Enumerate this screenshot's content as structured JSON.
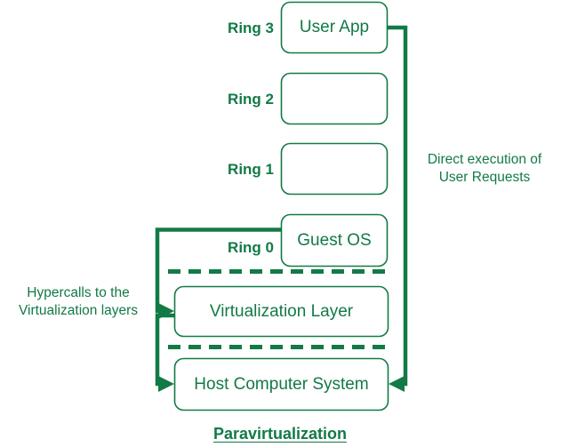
{
  "diagram": {
    "title": "Paravirtualization",
    "accent_color": "#127A46",
    "background_color": "#ffffff",
    "rings": [
      {
        "label": "Ring 3",
        "box_text": "User App"
      },
      {
        "label": "Ring 2",
        "box_text": ""
      },
      {
        "label": "Ring 1",
        "box_text": ""
      },
      {
        "label": "Ring 0",
        "box_text": "Guest OS"
      }
    ],
    "layers": [
      {
        "name": "virtualization-layer",
        "text": "Virtualization Layer"
      },
      {
        "name": "host-computer-system",
        "text": "Host Computer System"
      }
    ],
    "annotations": {
      "right": {
        "line1": "Direct execution of",
        "line2": "User Requests"
      },
      "left": {
        "line1": "Hypercalls to the",
        "line2": "Virtualization layers"
      }
    }
  }
}
